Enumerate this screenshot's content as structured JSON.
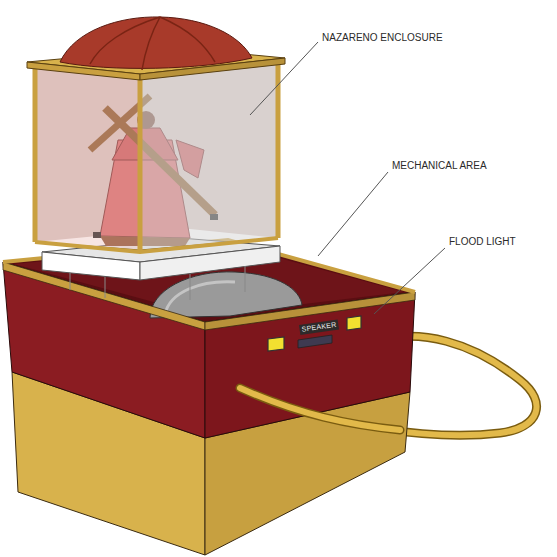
{
  "diagram": {
    "labels": [
      "NAZARENO ENCLOSURE",
      "MECHANICAL AREA",
      "FLOOD LIGHT",
      "SPEAKER"
    ]
  }
}
